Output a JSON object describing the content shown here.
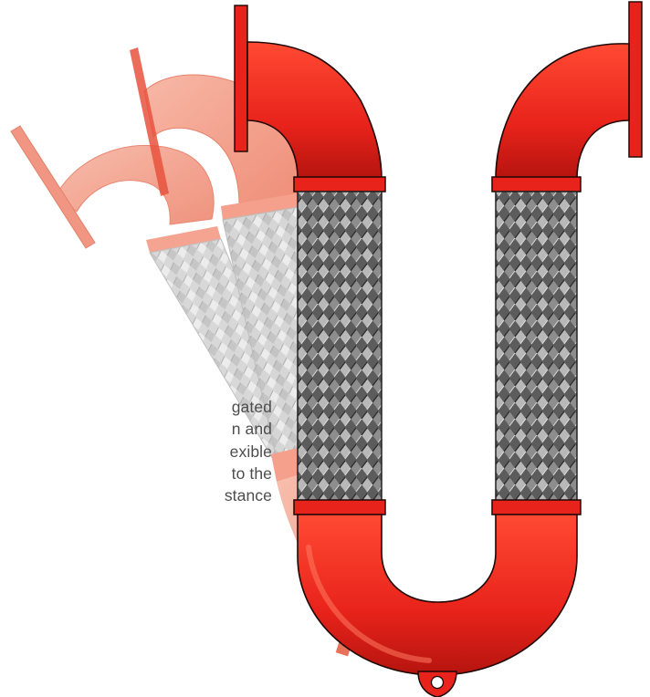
{
  "caption": {
    "lines": [
      "gated",
      "n  and",
      "exible",
      "to the",
      "stance"
    ]
  },
  "colors": {
    "pipe_red": "#e8231b",
    "pipe_red_dark": "#b5140f",
    "ghost_red": "#f29a86",
    "braid_dark": "#5a5a5a",
    "braid_light": "#d9d9d9",
    "text": "#4d4d4d"
  },
  "icons": {
    "lug": "lifting-lug-icon"
  }
}
